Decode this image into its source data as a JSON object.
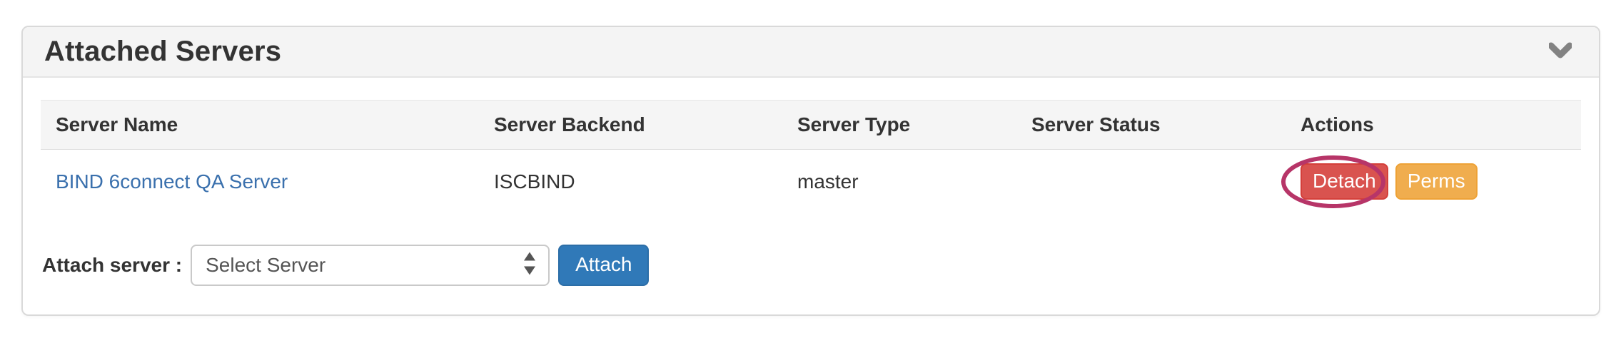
{
  "panel": {
    "title": "Attached Servers"
  },
  "table": {
    "columns": {
      "name": "Server Name",
      "backend": "Server Backend",
      "type": "Server Type",
      "status": "Server Status",
      "actions": "Actions"
    },
    "rows": [
      {
        "name": "BIND 6connect QA Server",
        "backend": "ISCBIND",
        "type": "master",
        "status": "",
        "actions": {
          "detach": "Detach",
          "perms": "Perms"
        }
      }
    ]
  },
  "attach_form": {
    "label": "Attach server :",
    "select_value": "Select Server",
    "button_label": "Attach"
  },
  "annotation": {
    "shape": "ellipse",
    "target": "detach-button",
    "color": "#b73568"
  },
  "colors": {
    "panel_header_bg": "#f4f4f4",
    "table_header_bg": "#f5f5f5",
    "link_blue": "#3a70ad",
    "danger_red": "#d9534f",
    "warning_orange": "#f0ad4e",
    "primary_blue": "#3079b8",
    "annotation_crimson": "#b73568"
  }
}
